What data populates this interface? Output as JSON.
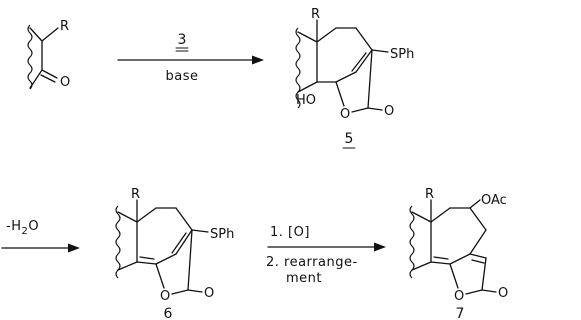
{
  "scheme": {
    "step1": {
      "reagent_top": "3",
      "reagent_bottom": "base"
    },
    "step2": {
      "reagent_left": "-H",
      "reagent_left_sub": "2",
      "reagent_left_end": "O"
    },
    "step3": {
      "line1": "1.  [O]",
      "line2": "2. rearrange-",
      "line3": "ment"
    },
    "compounds": {
      "start": {
        "r_label": "R",
        "o_label": "O"
      },
      "c5": {
        "number": "5",
        "r_label": "R",
        "ho_label": "HO",
        "sph_label": "SPh",
        "o_ring_label": "O",
        "o_carbonyl_label": "O"
      },
      "c6": {
        "number": "6",
        "r_label": "R",
        "sph_label": "SPh",
        "o_ring_label": "O",
        "o_carbonyl_label": "O"
      },
      "c7": {
        "number": "7",
        "r_label": "R",
        "oac_label": "OAc",
        "o_ring_label": "O",
        "o_carbonyl_label": "O"
      }
    }
  }
}
